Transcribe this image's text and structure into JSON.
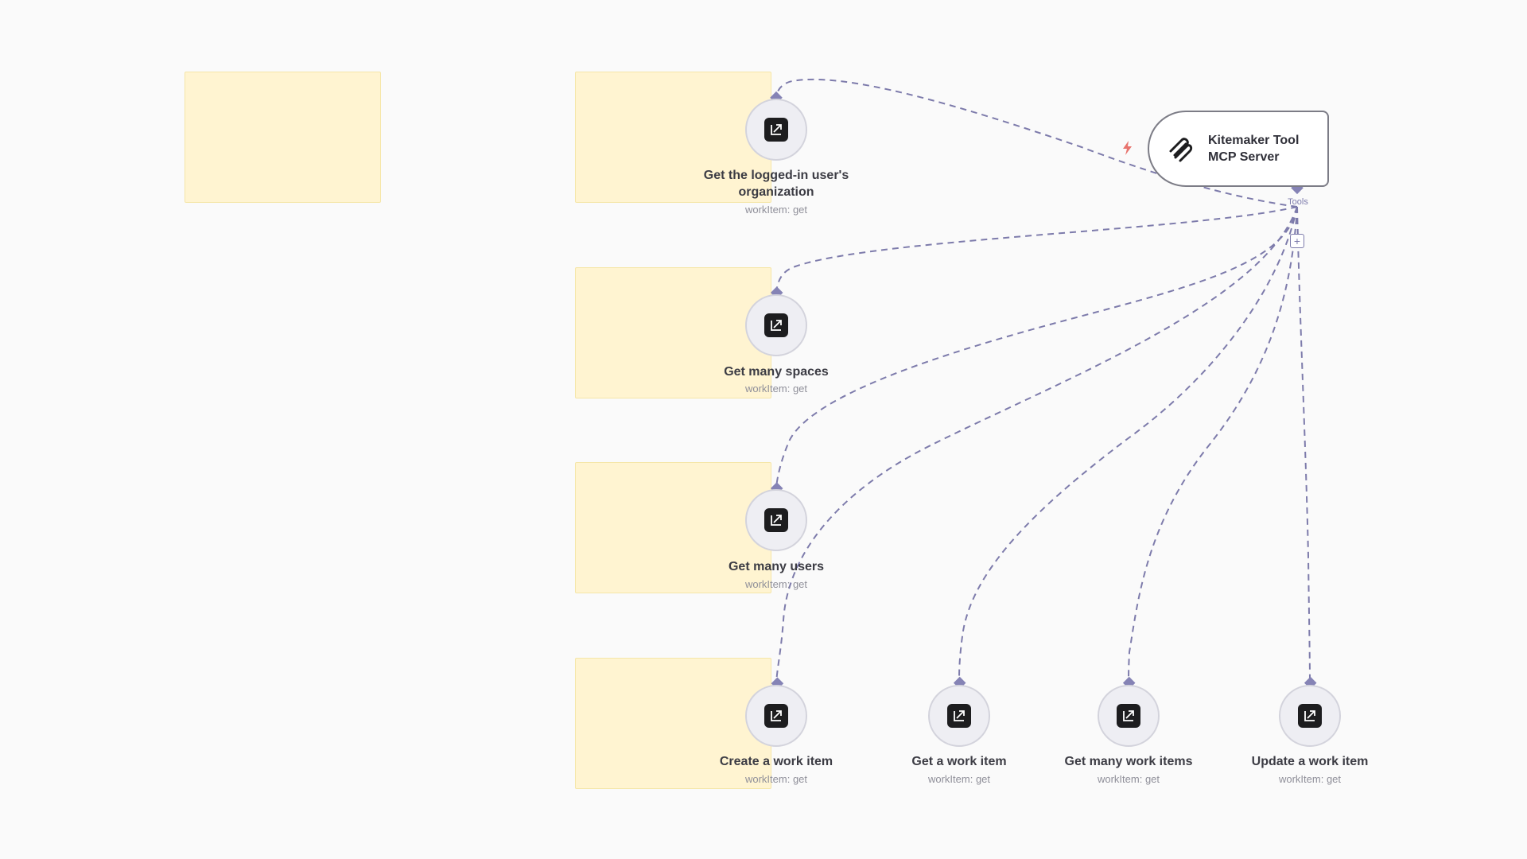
{
  "canvas": {
    "background": "#fafafa",
    "sticky_color": "#fff4d1",
    "edge_color": "#7d7bab"
  },
  "mcp_server": {
    "title": "Kitemaker Tool MCP Server",
    "icon": "kitemaker-logo-icon",
    "trigger_icon": "lightning-bolt-icon",
    "trigger_color": "#e8736d",
    "tools_label": "Tools",
    "add_tool_icon": "plus-icon"
  },
  "tools": [
    {
      "label": "Get the logged-in user's organization",
      "sub": "workItem: get",
      "icon": "kitemaker-icon"
    },
    {
      "label": "Get many spaces",
      "sub": "workItem: get",
      "icon": "kitemaker-icon"
    },
    {
      "label": "Get many users",
      "sub": "workItem: get",
      "icon": "kitemaker-icon"
    },
    {
      "label": "Create a work item",
      "sub": "workItem: get",
      "icon": "kitemaker-icon"
    },
    {
      "label": "Get a work item",
      "sub": "workItem: get",
      "icon": "kitemaker-icon"
    },
    {
      "label": "Get many work items",
      "sub": "workItem: get",
      "icon": "kitemaker-icon"
    },
    {
      "label": "Update a work item",
      "sub": "workItem: get",
      "icon": "kitemaker-icon"
    }
  ]
}
